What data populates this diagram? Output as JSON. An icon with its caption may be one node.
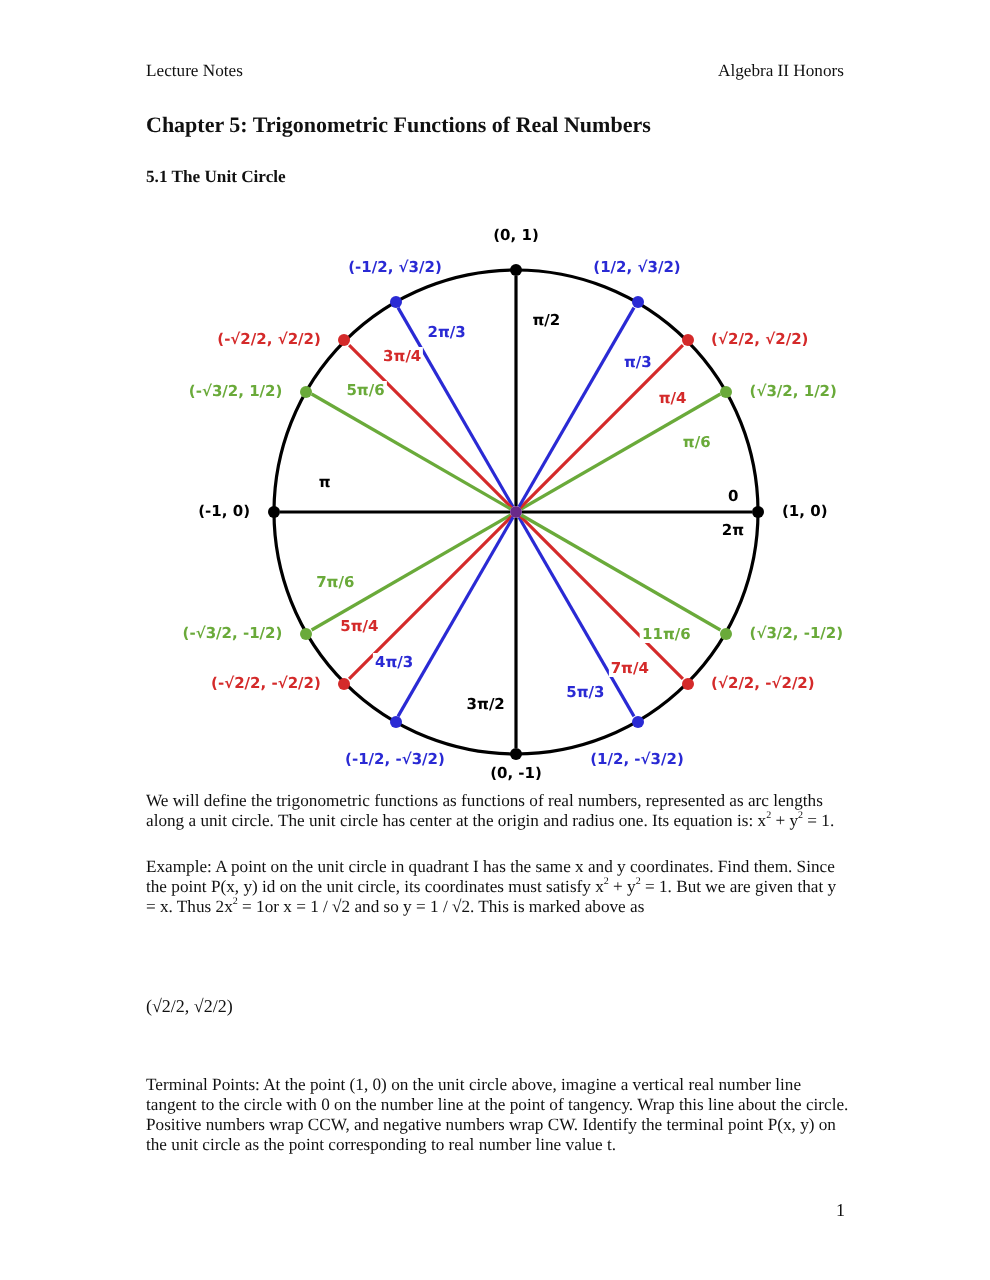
{
  "diagram": {
    "title": "Chapter 5: Trigonometric Functions of Real Numbers",
    "nodes": [
      {
        "text": [],
        "shape": "circle"
      },
      {
        "text": [],
        "shape": "circle",
        "beside": [
          "(1, 0)"
        ]
      },
      {
        "text": [],
        "shape": "circle",
        "beside": [
          "(√3/2, 1/2)"
        ]
      },
      {
        "text": [],
        "shape": "circle",
        "beside": [
          "(√2/2, √2/2)"
        ]
      },
      {
        "text": [],
        "shape": "circle",
        "beside": [
          "(1/2, √3/2)"
        ]
      },
      {
        "text": [],
        "shape": "circle",
        "beside": [
          "(0, 1)"
        ]
      },
      {
        "text": [],
        "shape": "circle",
        "beside": [
          "(-1/2, √3/2)"
        ]
      },
      {
        "text": [],
        "shape": "circle",
        "beside": [
          "(-√2/2, √2/2)"
        ]
      },
      {
        "text": [],
        "shape": "circle",
        "beside": [
          "(-√3/2, 1/2)"
        ]
      },
      {
        "text": [],
        "shape": "circle",
        "beside": [
          "(-1, 0)"
        ]
      },
      {
        "text": [],
        "shape": "circle",
        "beside": [
          "(-√3/2, -1/2)"
        ]
      },
      {
        "text": [],
        "shape": "circle",
        "beside": [
          "(-√2/2, -√2/2)"
        ]
      },
      {
        "text": [],
        "shape": "circle",
        "beside": [
          "(-1/2, -√3/2)"
        ]
      },
      {
        "text": [],
        "shape": "circle",
        "beside": [
          "(0, -1)"
        ]
      },
      {
        "text": [],
        "shape": "circle",
        "beside": [
          "(1/2, -√3/2)"
        ]
      },
      {
        "text": [],
        "shape": "circle",
        "beside": [
          "(√2/2, -√2/2)"
        ]
      },
      {
        "text": [],
        "shape": "circle",
        "beside": [
          "(√3/2, -1/2)"
        ]
      }
    ],
    "edges": [
      {
        "from": 0,
        "to": 1,
        "arrow": "none",
        "label": "0"
      },
      {
        "from": 0,
        "to": 2,
        "arrow": "none",
        "label": "π/6",
        "color": "#6aaa3a"
      },
      {
        "from": 0,
        "to": 3,
        "arrow": "none",
        "label": "π/4",
        "color": "#d42a2a"
      },
      {
        "from": 0,
        "to": 4,
        "arrow": "none",
        "label": "π/3",
        "color": "#2a2ad4"
      },
      {
        "from": 0,
        "to": 5,
        "arrow": "none",
        "label": "π/2"
      },
      {
        "from": 0,
        "to": 6,
        "arrow": "none",
        "label": "2π/3",
        "color": "#2a2ad4"
      },
      {
        "from": 0,
        "to": 7,
        "arrow": "none",
        "label": "3π/4",
        "color": "#d42a2a"
      },
      {
        "from": 0,
        "to": 8,
        "arrow": "none",
        "label": "5π/6",
        "color": "#6aaa3a"
      },
      {
        "from": 0,
        "to": 9,
        "arrow": "none",
        "label": "π"
      },
      {
        "from": 0,
        "to": 10,
        "arrow": "none",
        "label": "7π/6",
        "color": "#6aaa3a"
      },
      {
        "from": 0,
        "to": 11,
        "arrow": "none",
        "label": "5π/4",
        "color": "#d42a2a"
      },
      {
        "from": 0,
        "to": 12,
        "arrow": "none",
        "label": "4π/3",
        "color": "#2a2ad4"
      },
      {
        "from": 0,
        "to": 13,
        "arrow": "none",
        "label": "3π/2"
      },
      {
        "from": 0,
        "to": 14,
        "arrow": "none",
        "label": "5π/3",
        "color": "#2a2ad4"
      },
      {
        "from": 0,
        "to": 15,
        "arrow": "none",
        "label": "7π/4",
        "color": "#d42a2a"
      },
      {
        "from": 0,
        "to": 16,
        "arrow": "none",
        "label": "11π/6",
        "color": "#6aaa3a"
      }
    ],
    "labels": [
      "Lecture Notes",
      "Algebra II Honors",
      "5.1 The Unit Circle",
      "2π",
      "We will define the trigonometric functions as functions of real numbers, represented as arc lengths along a unit circle. The unit circle has center at the origin and radius one. Its equation is: x$^{2}$ + y$^{2}$ = 1.",
      "Example: A point on the unit circle in quadrant I has the same x and y coordinates. Find them. Since the point P(x, y) id on the unit circle, its coordinates must satisfy x$^{2}$ + y$^{2}$ = 1. But we are given that y = x. Thus 2x$^{2}$ = 1or x = 1 / √2 and so y = 1 / √2. This is marked above as",
      "(√2/2, √2/2)",
      "Terminal Points: At the point (1, 0) on the unit circle above, imagine a vertical real number line tangent to the circle with 0 on the number line at the point of tangency. Wrap this line about the circle. Positive numbers wrap CCW, and negative numbers wrap CW. Identify the terminal point P(x, y) on the unit circle as the point corresponding to real number line value t.",
      "1"
    ]
  }
}
